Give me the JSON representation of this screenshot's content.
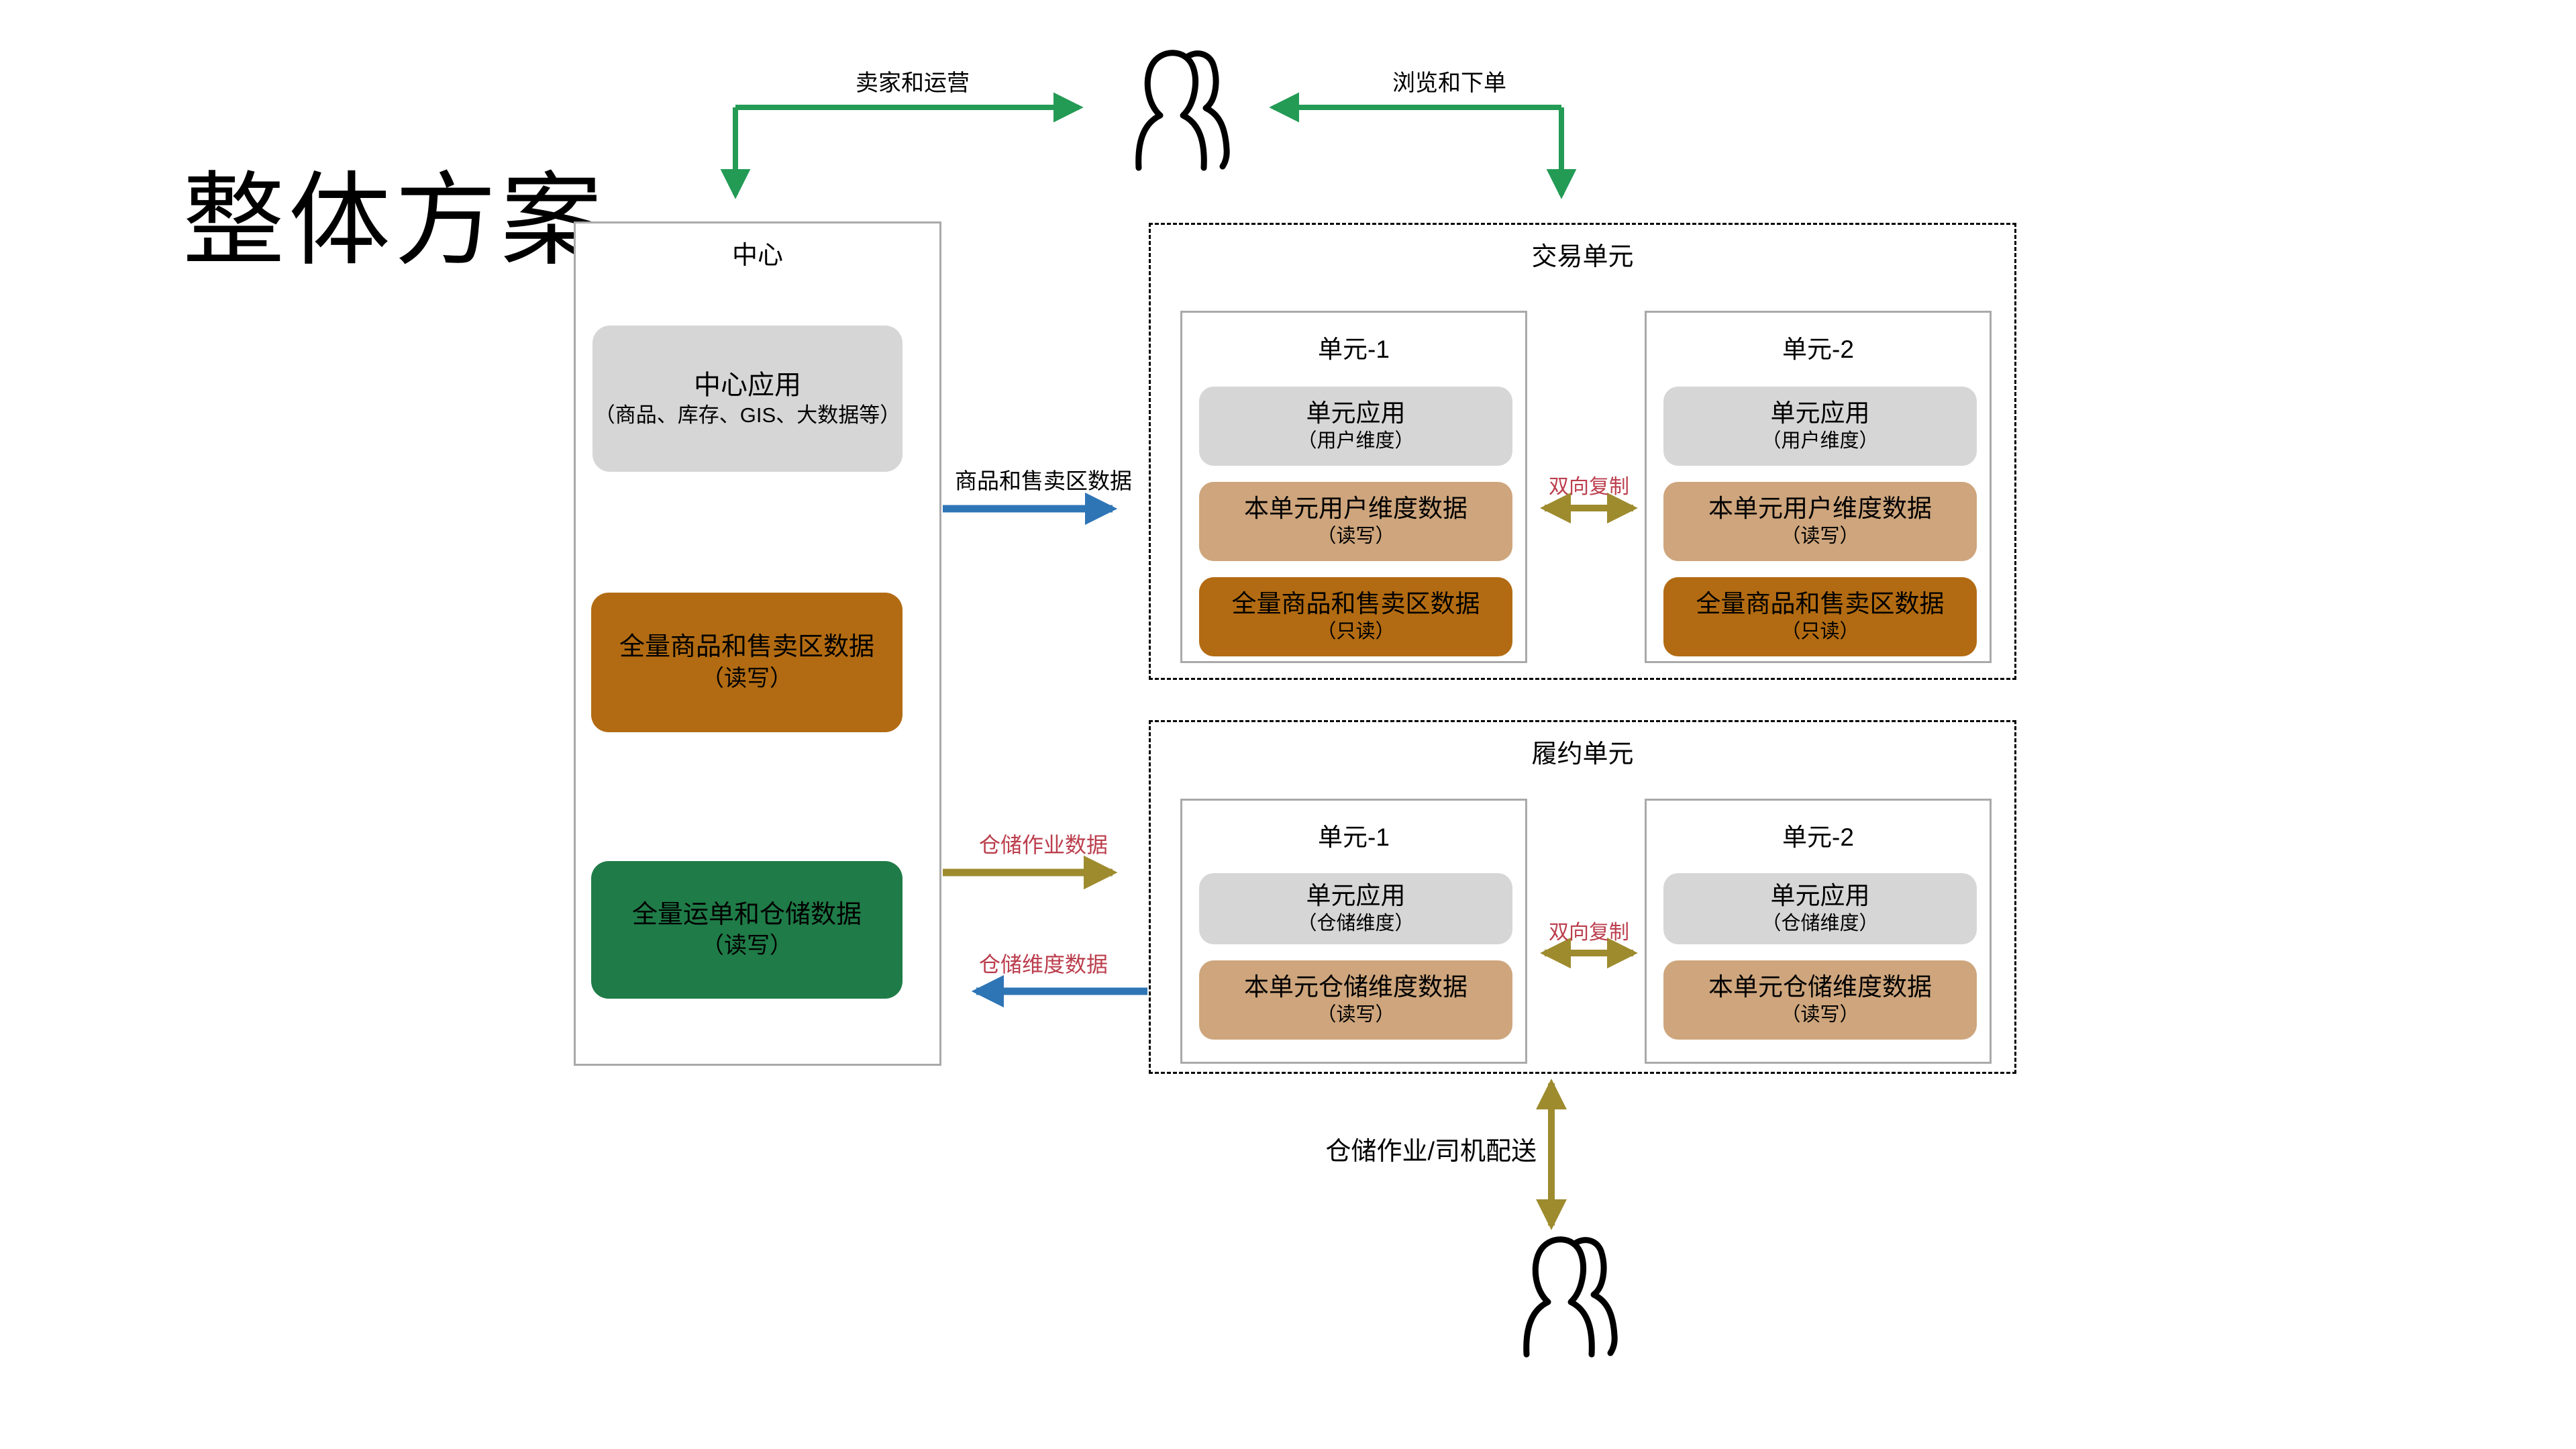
{
  "page": {
    "title": "整体方案"
  },
  "actors": {
    "top": {
      "icon": "users-icon",
      "left_flow_label": "卖家和运营",
      "right_flow_label": "浏览和下单"
    },
    "bottom": {
      "icon": "users-icon",
      "flow_label": "仓储作业/司机配送"
    }
  },
  "center": {
    "title": "中心",
    "app_box": {
      "title": "中心应用",
      "subtitle": "（商品、库存、GIS、大数据等）"
    },
    "goods_box": {
      "title": "全量商品和售卖区数据",
      "subtitle": "（读写）"
    },
    "waybill_box": {
      "title": "全量运单和仓储数据",
      "subtitle": "（读写）"
    }
  },
  "trade_unit": {
    "title": "交易单元",
    "replicate_label": "双向复制",
    "units": [
      {
        "title": "单元-1",
        "app_title": "单元应用",
        "app_subtitle": "（用户维度）",
        "data1_title": "本单元用户维度数据",
        "data1_subtitle": "（读写）",
        "data2_title": "全量商品和售卖区数据",
        "data2_subtitle": "（只读）"
      },
      {
        "title": "单元-2",
        "app_title": "单元应用",
        "app_subtitle": "（用户维度）",
        "data1_title": "本单元用户维度数据",
        "data1_subtitle": "（读写）",
        "data2_title": "全量商品和售卖区数据",
        "data2_subtitle": "（只读）"
      }
    ]
  },
  "fulfillment_unit": {
    "title": "履约单元",
    "replicate_label": "双向复制",
    "units": [
      {
        "title": "单元-1",
        "app_title": "单元应用",
        "app_subtitle": "（仓储维度）",
        "data1_title": "本单元仓储维度数据",
        "data1_subtitle": "（读写）"
      },
      {
        "title": "单元-2",
        "app_title": "单元应用",
        "app_subtitle": "（仓储维度）",
        "data1_title": "本单元仓储维度数据",
        "data1_subtitle": "（读写）"
      }
    ]
  },
  "flows": {
    "center_to_trade": "商品和售卖区数据",
    "center_to_fulfillment": "仓储作业数据",
    "fulfillment_to_center": "仓储维度数据"
  },
  "colors": {
    "green_arrow": "#239B55",
    "blue_arrow": "#2E75B6",
    "olive_arrow": "#9E8B2E",
    "red_label": "#BB3E4D",
    "orange_fill": "#B26B12",
    "tan_fill": "#CEA57C",
    "gray_fill": "#D6D6D6",
    "green_fill": "#1F7B47"
  }
}
